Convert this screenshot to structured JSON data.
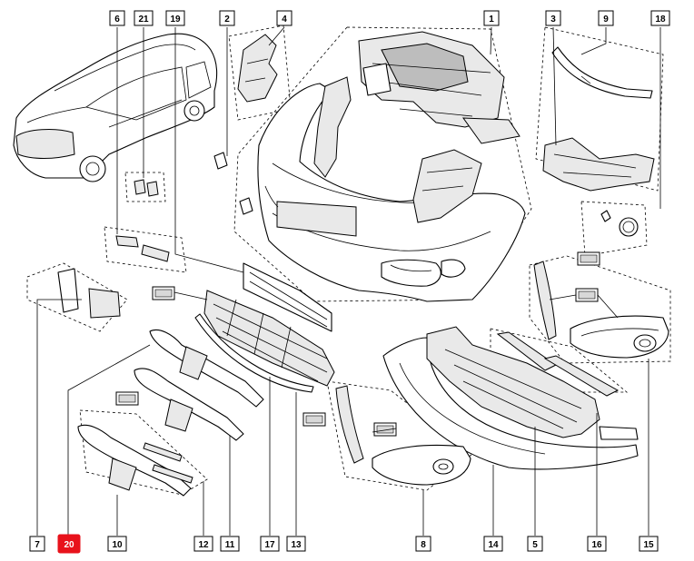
{
  "highlight_color": "#e8121b",
  "callouts": [
    {
      "id": "1",
      "active": false
    },
    {
      "id": "2",
      "active": false
    },
    {
      "id": "3",
      "active": false
    },
    {
      "id": "4",
      "active": false
    },
    {
      "id": "5",
      "active": false
    },
    {
      "id": "6",
      "active": false
    },
    {
      "id": "7",
      "active": false
    },
    {
      "id": "8",
      "active": false
    },
    {
      "id": "9",
      "active": false
    },
    {
      "id": "10",
      "active": false
    },
    {
      "id": "11",
      "active": false
    },
    {
      "id": "12",
      "active": false
    },
    {
      "id": "13",
      "active": false
    },
    {
      "id": "14",
      "active": false
    },
    {
      "id": "15",
      "active": false
    },
    {
      "id": "16",
      "active": false
    },
    {
      "id": "17",
      "active": false
    },
    {
      "id": "18",
      "active": false
    },
    {
      "id": "19",
      "active": false
    },
    {
      "id": "20",
      "active": true
    },
    {
      "id": "21",
      "active": false
    }
  ]
}
